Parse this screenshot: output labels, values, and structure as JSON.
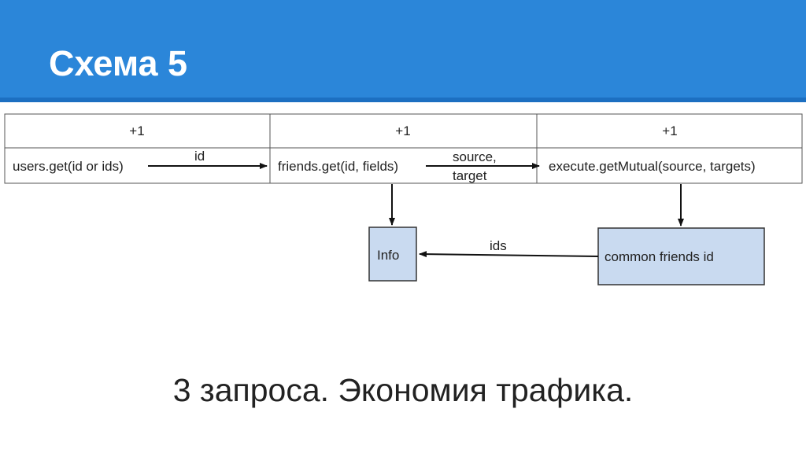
{
  "slide": {
    "title": "Схема 5",
    "summary": "3 запроса. Экономия трафика."
  },
  "table": {
    "headers": [
      "+1",
      "+1",
      "+1"
    ],
    "cells": [
      "users.get(id or ids)",
      "friends.get(id, fields)",
      "execute.getMutual(source, targets)"
    ]
  },
  "arrows": {
    "users_to_friends": "id",
    "friends_to_execute_line1": "source,",
    "friends_to_execute_line2": "target",
    "common_to_info": "ids"
  },
  "boxes": {
    "info": "Info",
    "common": "common friends id"
  },
  "colors": {
    "header_bg": "#2b86d9",
    "box_fill": "#c9daf0",
    "line": "#111111"
  }
}
